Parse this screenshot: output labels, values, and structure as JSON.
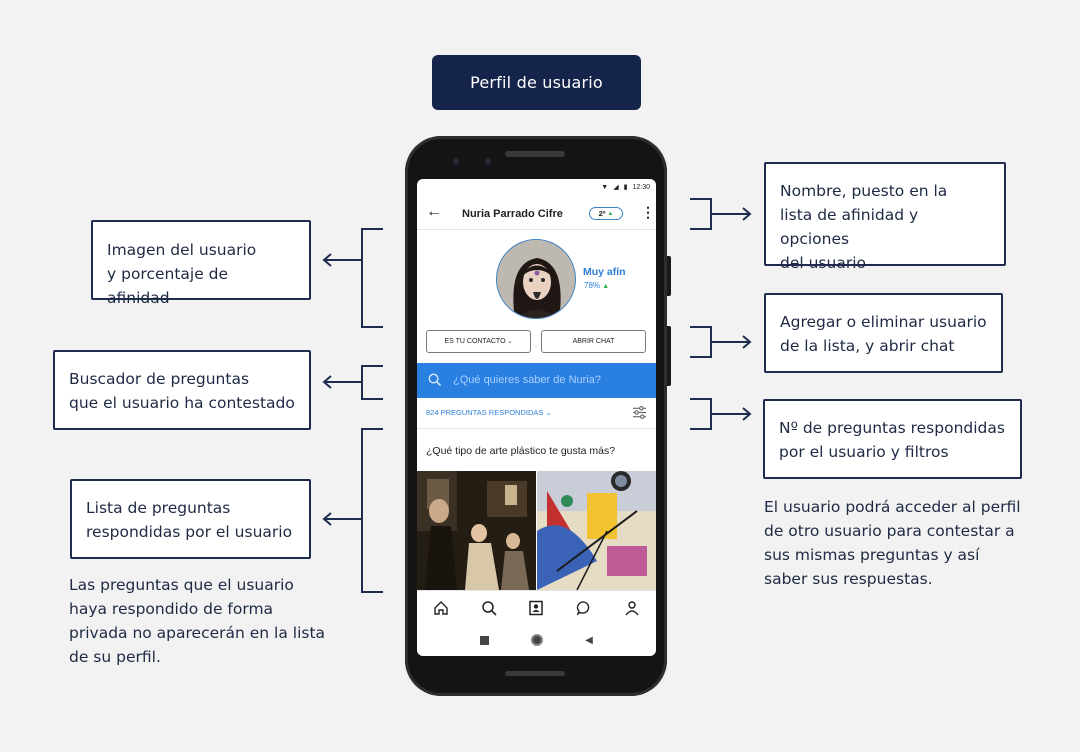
{
  "header": {
    "title": "Perfil de usuario"
  },
  "annotations": {
    "left_image": "Imagen del usuario\ny porcentaje de afinidad",
    "left_search": "Buscador de preguntas\nque el usuario ha contestado",
    "left_list": "Lista de preguntas\nrespondidas por el usuario",
    "left_note": "Las preguntas que el usuario\nhaya respondido de forma\nprivada no aparecerán en la lista\nde su perfil.",
    "right_name": "Nombre, puesto en la\nlista de afinidad y opciones\ndel usuario",
    "right_actions": "Agregar o eliminar usuario\nde la lista, y abrir chat",
    "right_count": "Nº de preguntas respondidas\npor el usuario y filtros",
    "right_note": "El usuario podrá acceder al perfil\nde otro usuario para contestar a\nsus mismas preguntas y así\nsaber sus respuestas."
  },
  "phone": {
    "status_time": "12:30",
    "user_name": "Nuria Parrado Cifre",
    "rank": "2º",
    "affinity_label": "Muy afín",
    "affinity_pct": "78%",
    "contact_button": "ES TU CONTACTO",
    "chat_button": "ABRIR CHAT",
    "search_placeholder": "¿Qué quieres saber de Nuria?",
    "answered_count": "824 PREGUNTAS RESPONDIDAS",
    "question": "¿Qué tipo de arte plástico te gusta más?",
    "tabs": [
      "home-icon",
      "search-icon",
      "contacts-icon",
      "chat-icon",
      "profile-icon"
    ],
    "nav": [
      "square-icon",
      "circle-icon",
      "back-triangle-icon"
    ]
  },
  "colors": {
    "navy": "#14244a",
    "accent_blue": "#2a80e0",
    "affinity_up": "#2db34a",
    "background": "#f2f2f2"
  }
}
